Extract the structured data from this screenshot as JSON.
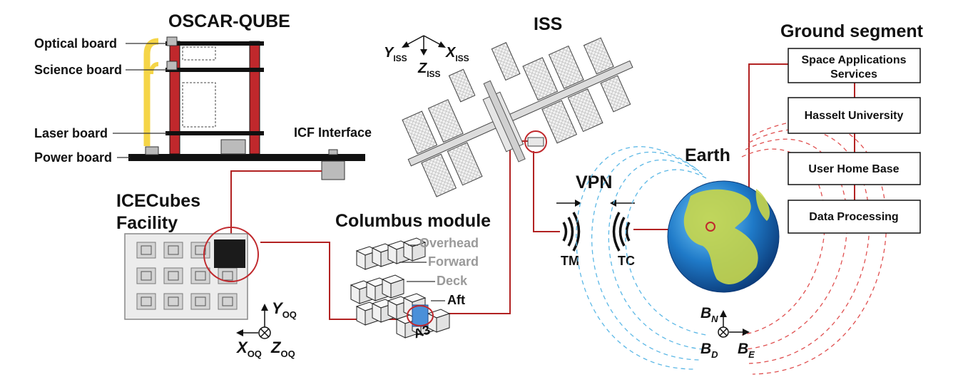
{
  "oscar": {
    "title": "OSCAR-QUBE",
    "boards": [
      "Optical board",
      "Science board",
      "Laser board",
      "Power board"
    ],
    "icf_interface": "ICF Interface"
  },
  "iss": {
    "title": "ISS",
    "axes": {
      "y": "Y",
      "x": "X",
      "z": "Z",
      "sub": "ISS"
    }
  },
  "icecubes": {
    "title_line1": "ICECubes",
    "title_line2": "Facility",
    "axes": {
      "y": "Y",
      "x": "X",
      "z": "Z",
      "sub": "OQ"
    }
  },
  "columbus": {
    "title": "Columbus module",
    "sections": [
      "Overhead",
      "Forward",
      "Deck",
      "Aft"
    ],
    "slot": "A3"
  },
  "link": {
    "vpn": "VPN",
    "tm": "TM",
    "tc": "TC"
  },
  "earth": {
    "title": "Earth",
    "axes": {
      "n": "B",
      "n_sub": "N",
      "d": "B",
      "d_sub": "D",
      "e": "B",
      "e_sub": "E"
    }
  },
  "ground": {
    "title": "Ground segment",
    "boxes": [
      {
        "line1": "Space Applications",
        "line2": "Services"
      },
      {
        "line1": "Hasselt University",
        "line2": ""
      },
      {
        "line1": "User Home Base",
        "line2": ""
      },
      {
        "line1": "Data Processing",
        "line2": ""
      }
    ]
  },
  "colors": {
    "link_red": "#b22222",
    "frame_red": "#c0282c",
    "cable_yellow": "#f5d547",
    "field_blue": "#5cb8e6",
    "field_red": "#e05050",
    "slot_blue": "#4a90d9"
  }
}
